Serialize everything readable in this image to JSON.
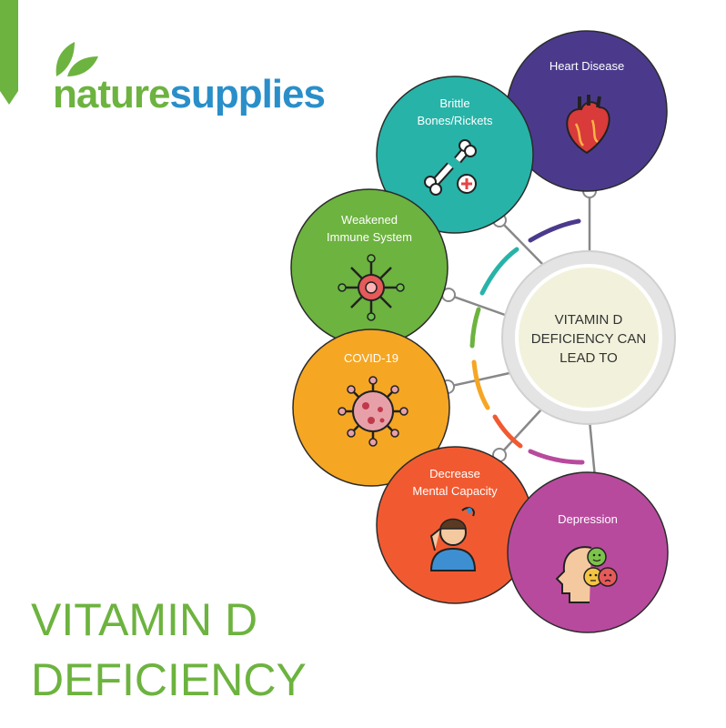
{
  "brand": {
    "name_part1": "nature",
    "name_part2": "supplies",
    "green": "#6db33f",
    "blue": "#2a8fc9"
  },
  "headline": {
    "line1": "VITAMIN D",
    "line2": "DEFICIENCY"
  },
  "center": {
    "line1": "VITAMIN D",
    "line2": "DEFICIENCY CAN",
    "line3": "LEAD TO"
  },
  "conditions": [
    {
      "id": "heart",
      "line1": "Heart Disease",
      "line2": "",
      "color": "#4b3a8c",
      "icon": "heart-icon"
    },
    {
      "id": "bones",
      "line1": "Brittle",
      "line2": "Bones/Rickets",
      "color": "#27b3a8",
      "icon": "bone-icon"
    },
    {
      "id": "immune",
      "line1": "Weakened",
      "line2": "Immune System",
      "color": "#6db33f",
      "icon": "immune-cell-icon"
    },
    {
      "id": "covid",
      "line1": "COVID-19",
      "line2": "",
      "color": "#f5a623",
      "icon": "virus-icon"
    },
    {
      "id": "mental",
      "line1": "Decrease",
      "line2": "Mental Capacity",
      "color": "#f15a31",
      "icon": "confused-person-icon"
    },
    {
      "id": "depression",
      "line1": "Depression",
      "line2": "",
      "color": "#b84a9e",
      "icon": "mood-head-icon"
    }
  ]
}
